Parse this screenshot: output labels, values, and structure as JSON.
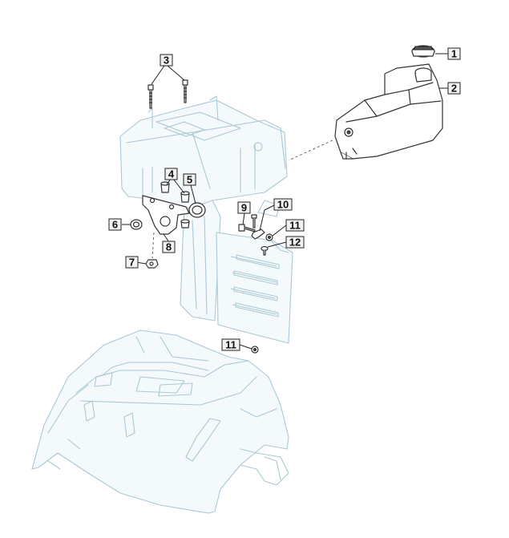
{
  "callouts": [
    {
      "id": "c1",
      "text": "1"
    },
    {
      "id": "c2",
      "text": "2"
    },
    {
      "id": "c3",
      "text": "3"
    },
    {
      "id": "c4",
      "text": "4"
    },
    {
      "id": "c5",
      "text": "5"
    },
    {
      "id": "c6",
      "text": "6"
    },
    {
      "id": "c7",
      "text": "7"
    },
    {
      "id": "c8",
      "text": "8"
    },
    {
      "id": "c9",
      "text": "9"
    },
    {
      "id": "c10",
      "text": "10"
    },
    {
      "id": "c11a",
      "text": "11"
    },
    {
      "id": "c12",
      "text": "12"
    },
    {
      "id": "c11b",
      "text": "11"
    }
  ]
}
